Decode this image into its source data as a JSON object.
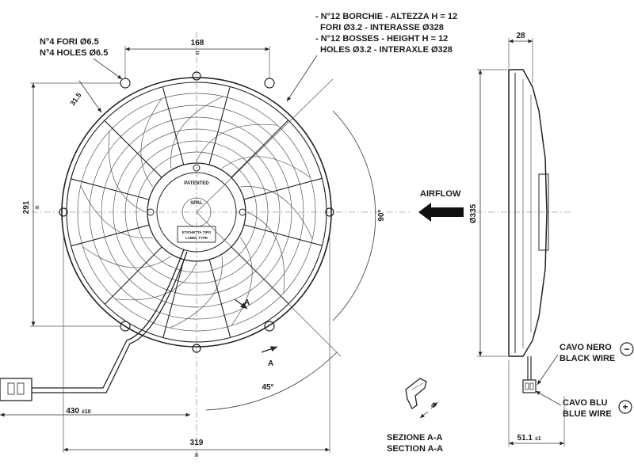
{
  "notes": {
    "holes_it": "N°4 FORI Ø6.5",
    "holes_en": "N°4 HOLES Ø6.5",
    "bosses_it_1": "- N°12 BORCHIE - ALTEZZA H = 12",
    "bosses_it_2": "FORI Ø3.2 - INTERASSE Ø328",
    "bosses_en_1": "- N°12 BOSSES - HEIGHT H = 12",
    "bosses_en_2": "HOLES Ø3.2 - INTERAXLE Ø328"
  },
  "dimensions": {
    "top_width": "168",
    "angle_offset": "31.5",
    "height": "291",
    "angle_90": "90°",
    "angle_45": "45°",
    "bottom_width": "319",
    "cable_length": "430",
    "cable_tolerance": "±10",
    "depth": "28",
    "diameter": "Ø335",
    "side_depth": "51.1",
    "side_tolerance": "±1",
    "eq": "="
  },
  "labels": {
    "airflow": "AIRFLOW",
    "patented": "PATENTED",
    "spal": "SPAL",
    "label_type_it": "ETICHETTA TIPO",
    "label_type_en": "LABEL TYPE",
    "section_mark": "A",
    "section_it": "SEZIONE A-A",
    "section_en": "SECTION A-A",
    "section_dim": "4"
  },
  "wires": {
    "black_it": "CAVO NERO",
    "black_en": "BLACK WIRE",
    "black_symbol": "−",
    "blue_it": "CAVO BLU",
    "blue_en": "BLUE WIRE",
    "blue_symbol": "+"
  }
}
